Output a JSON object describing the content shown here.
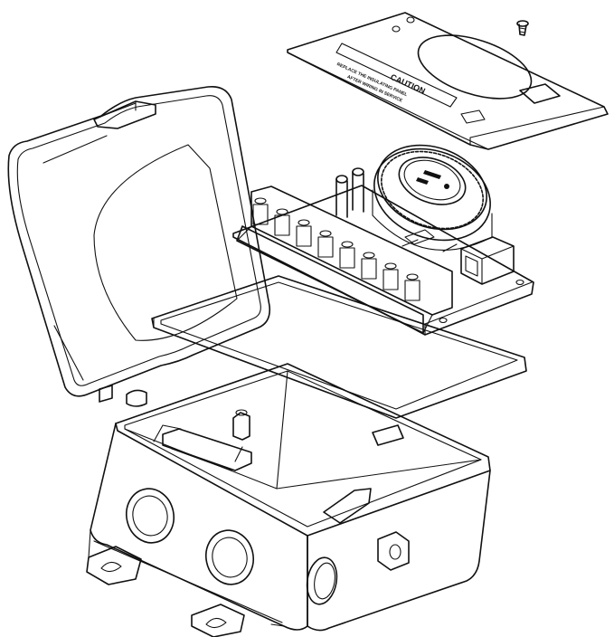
{
  "diagram": {
    "cover_plate": {
      "title": "CAUTION",
      "warning_lines": [
        "REPLACE THE INSULATING PANEL",
        "AFTER WIRING IN SERVICE"
      ]
    },
    "colors": {
      "line": "#111111",
      "background": "#ffffff"
    }
  }
}
